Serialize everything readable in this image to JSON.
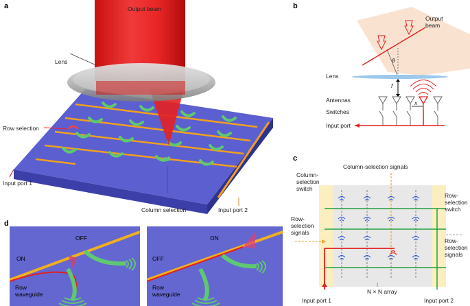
{
  "panel_a": {
    "label": "a",
    "output_beam": "Output beam",
    "lens": "Lens",
    "row_selection": "Row selection",
    "input_port_1": "Input port 1",
    "column_selection": "Column selection",
    "input_port_2": "Input port 2"
  },
  "panel_b": {
    "label": "b",
    "output_beam": "Output beam",
    "theta": "θ",
    "lens": "Lens",
    "f": "f",
    "antennas": "Antennas",
    "switches": "Switches",
    "x": "x",
    "input_port": "Input port"
  },
  "panel_c": {
    "label": "c",
    "column_selection_signals": "Column-selection signals",
    "column_selection_switch": "Column-selection switch",
    "row_selection_switch": "Row-selection switch",
    "row_selection_signals_left": "Row-selection signals",
    "row_selection_signals_right": "Row-selection signals",
    "array": "N × N array",
    "input_port_1": "Input port 1",
    "input_port_2": "Input port 2"
  },
  "panel_d": {
    "label": "d",
    "left": {
      "on": "ON",
      "off": "OFF",
      "row_waveguide": "Row waveguide"
    },
    "right": {
      "on": "ON",
      "off": "OFF",
      "row_waveguide": "Row waveguide"
    }
  },
  "colors": {
    "beam_red": "#e02020",
    "chip_blue": "#5b5fd0",
    "waveguide_orange": "#f0a020",
    "antenna_green": "#5fc870",
    "row_green": "#20a040",
    "signal_orange": "#f5a030",
    "antenna_blue": "#2050d0"
  }
}
